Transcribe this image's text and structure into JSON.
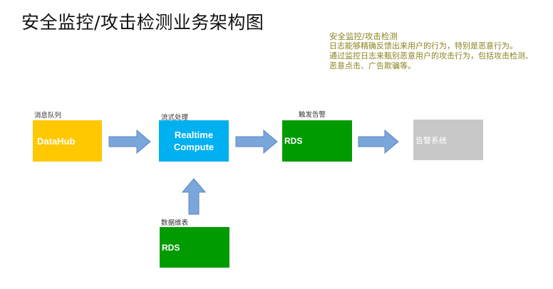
{
  "title": "安全监控/攻击检测业务架构图",
  "note": {
    "heading": "安全监控/攻击检测",
    "lines": [
      "日志能够精确反馈出来用户的行为，特别是恶意行为。",
      "通过监控日志来甄别恶意用户的攻击行为，包括攻击检测、",
      "恶意点击、广告欺骗等。"
    ]
  },
  "nodes": {
    "datahub": {
      "caption": "消息队列",
      "label": "DataHub",
      "color": "#ffc800"
    },
    "realtime": {
      "caption": "流式处理",
      "label_line1": "Realtime",
      "label_line2": "Compute",
      "color": "#00b0f0"
    },
    "rds_alert": {
      "caption": "触发告警",
      "label": "RDS",
      "color": "#009b00"
    },
    "alert_system": {
      "caption": "",
      "label": "告警系统",
      "color": "#c8c8c8"
    },
    "rds_dim": {
      "caption": "数据维表",
      "label": "RDS",
      "color": "#009b00"
    }
  },
  "colors": {
    "arrow_fill": "#7aa6dc",
    "arrow_stroke": "#5a86c0"
  }
}
